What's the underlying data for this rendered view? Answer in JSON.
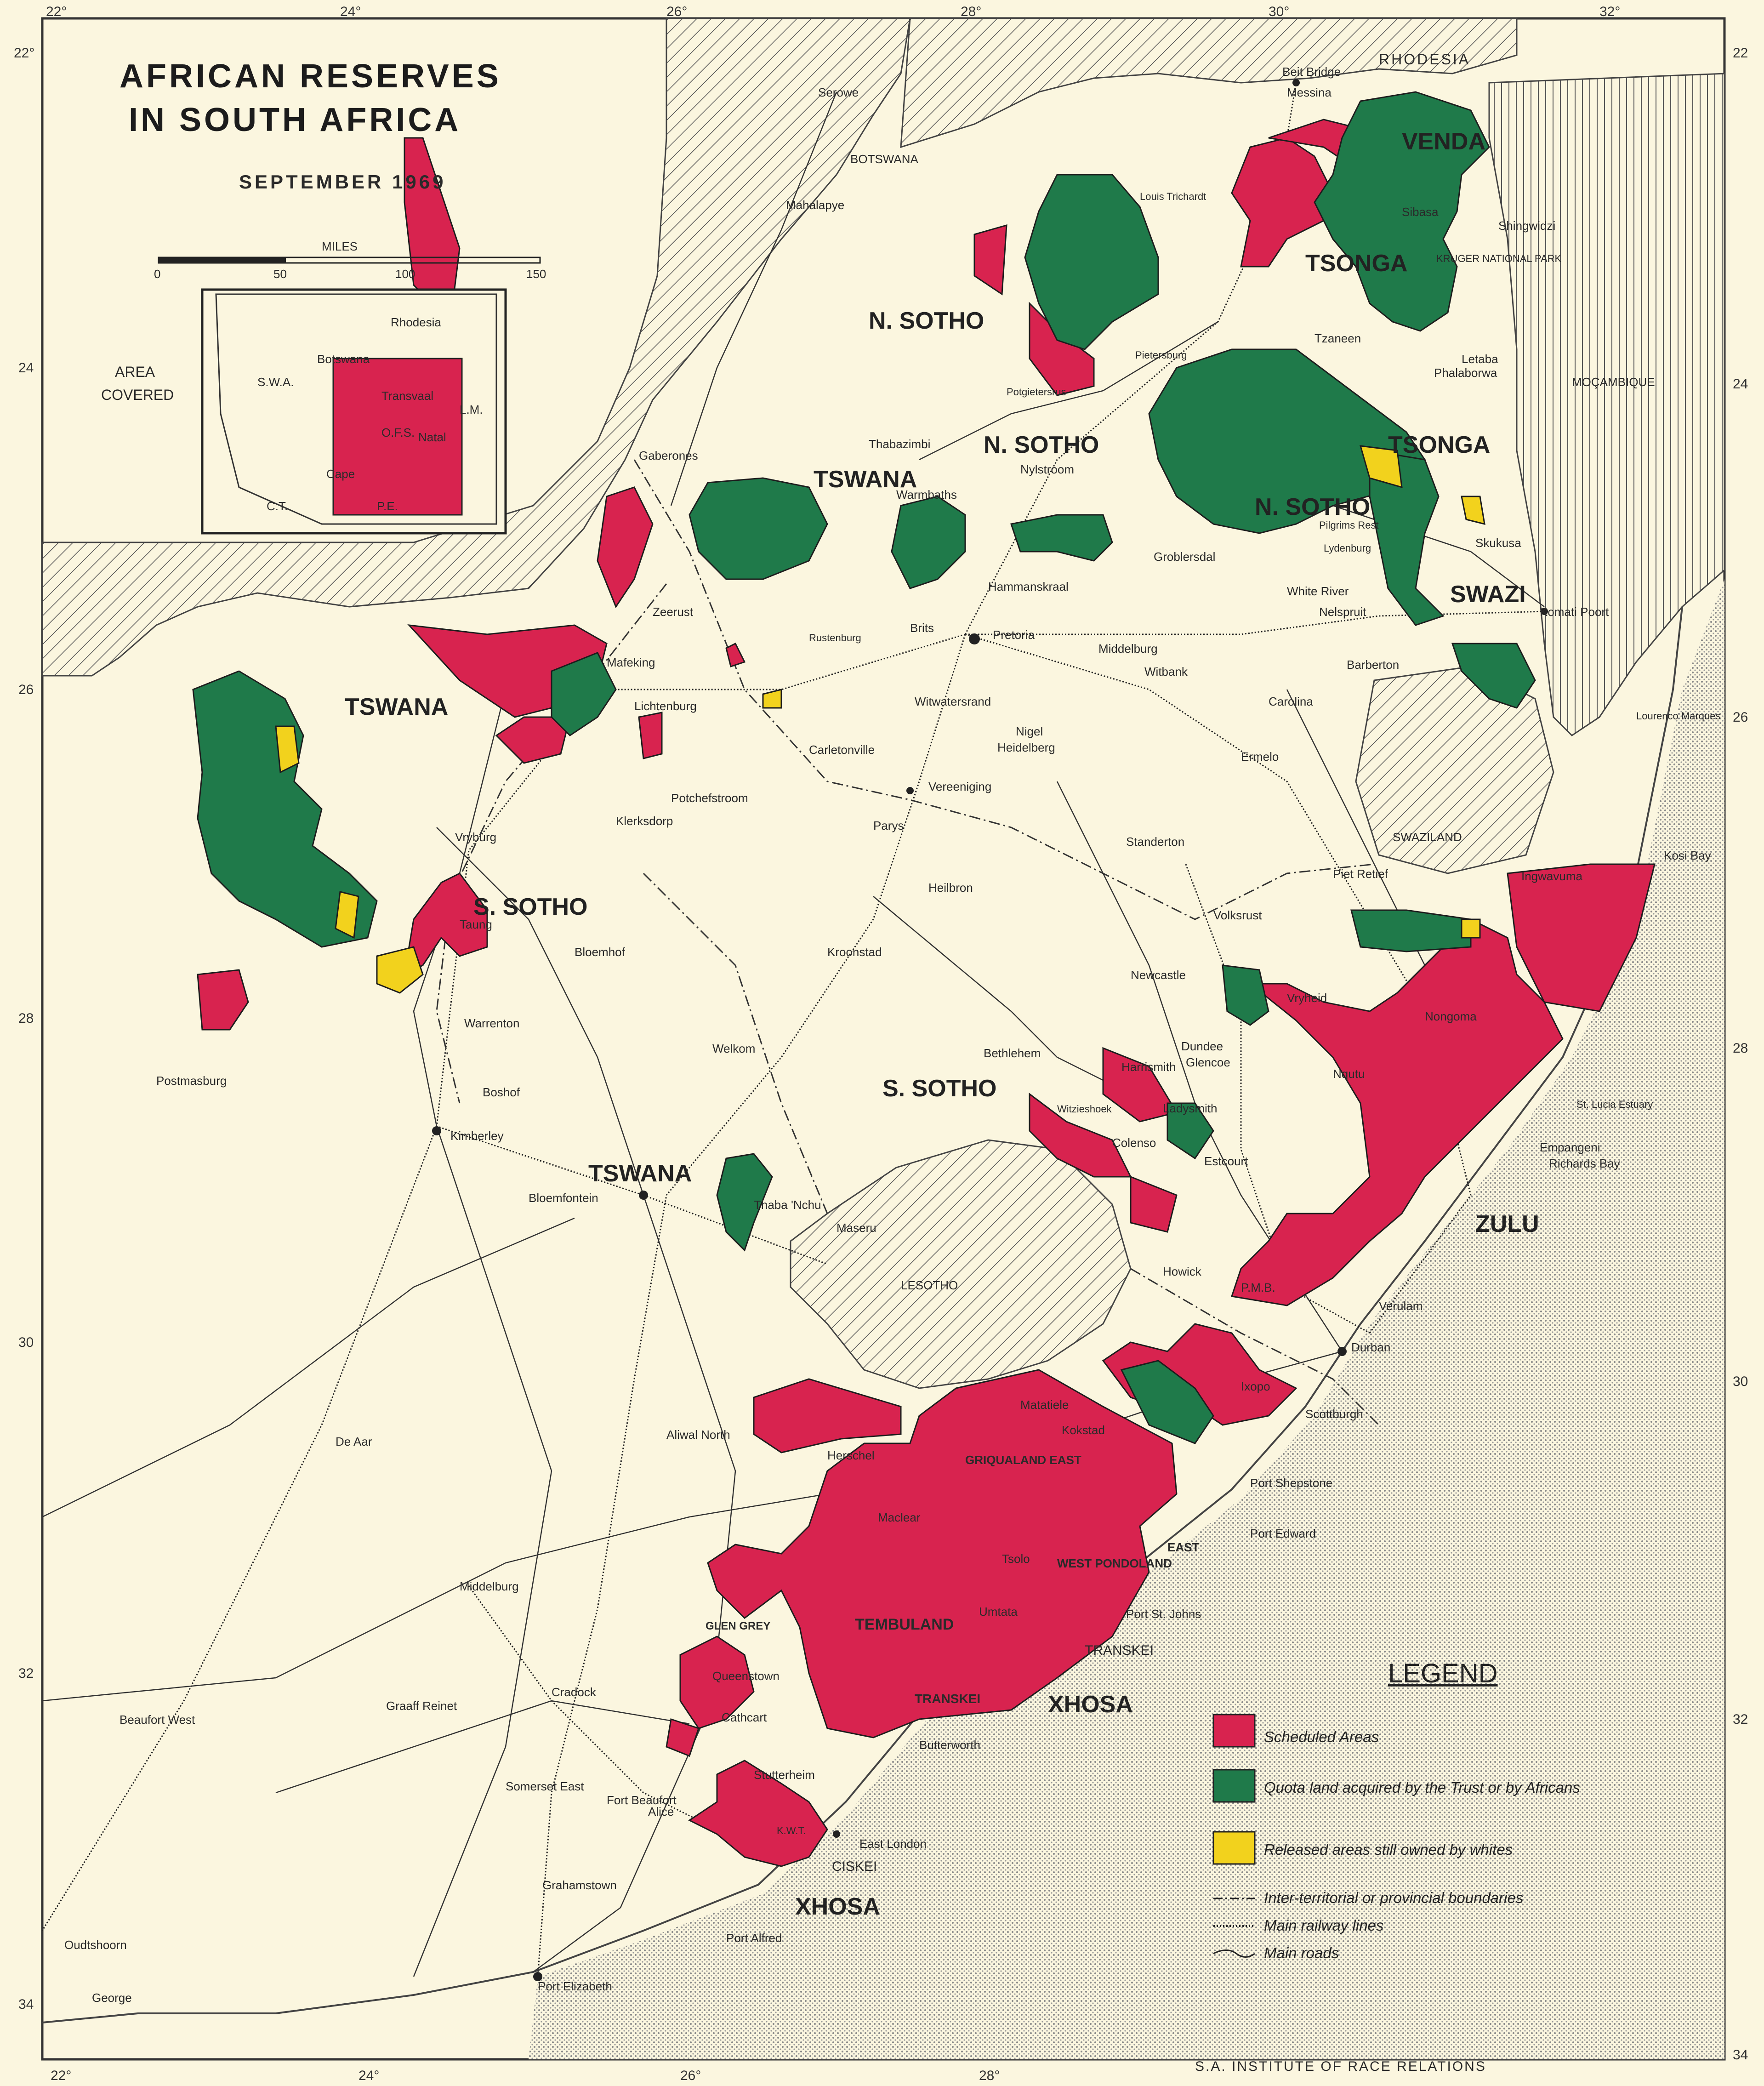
{
  "title": {
    "line1": "AFRICAN RESERVES",
    "line2": "IN SOUTH AFRICA",
    "date": "SEPTEMBER 1969"
  },
  "scale": {
    "label": "MILES",
    "ticks": [
      "0",
      "50",
      "100",
      "150"
    ]
  },
  "inset": {
    "heading1": "AREA",
    "heading2": "COVERED",
    "labels": [
      "Rhodesia",
      "S.W.A.",
      "Botswana",
      "Transvaal",
      "L.M.",
      "O.F.S.",
      "Natal",
      "Cape",
      "C.T.",
      "P.E."
    ]
  },
  "degrees": {
    "top": [
      "22°",
      "24°",
      "26°",
      "28°",
      "30°",
      "32°"
    ],
    "bottom": [
      "22°",
      "24°",
      "26°",
      "28°"
    ],
    "left": [
      "22°",
      "24",
      "26",
      "28",
      "30",
      "32",
      "34"
    ],
    "right": [
      "22",
      "24",
      "26",
      "28",
      "30",
      "32",
      "34"
    ]
  },
  "regions": [
    "RHODESIA",
    "BOTSWANA",
    "MOÇAMBIQUE",
    "SWAZILAND",
    "LESOTHO",
    "KRUGER NATIONAL PARK",
    "TRANSKEI",
    "CISKEI"
  ],
  "ethnic_labels": [
    "VENDA",
    "TSONGA",
    "N. SOTHO",
    "N. SOTHO",
    "TSONGA",
    "N. SOTHO",
    "TSWANA",
    "TSWANA",
    "SWAZI",
    "S. SOTHO",
    "S. SOTHO",
    "TSWANA",
    "ZULU",
    "XHOSA",
    "XHOSA"
  ],
  "sub_labels": [
    "GRIQUALAND EAST",
    "WEST PONDOLAND",
    "EAST",
    "TEMBULAND",
    "GLEN GREY",
    "TRANSKEI"
  ],
  "towns": [
    "Serowe",
    "Mahalapye",
    "Beit Bridge",
    "Messina",
    "Louis Trichardt",
    "Sibasa",
    "Shingwidzi",
    "Pietersburg",
    "Potgietersrus",
    "Tzaneen",
    "Letaba",
    "Phalaborwa",
    "Thabazimbi",
    "Nylstroom",
    "Warmbaths",
    "Gaberones",
    "Pilgrims Rest",
    "Lydenburg",
    "Groblersdal",
    "Hammanskraal",
    "Skukusa",
    "White River",
    "Nelspruit",
    "Komati Poort",
    "Zeerust",
    "Brits",
    "Pretoria",
    "Middelburg",
    "Witbank",
    "Rustenburg",
    "Mafeking",
    "Barberton",
    "Lichtenburg",
    "Witwatersrand",
    "Nigel",
    "Carolina",
    "Lourenco Marques",
    "Carletonville",
    "Heidelberg",
    "Ermelo",
    "Potchefstroom",
    "Vereeniging",
    "Klerksdorp",
    "Vryburg",
    "Parys",
    "Standerton",
    "Heilbron",
    "Piet Retief",
    "Kosi Bay",
    "Ingwavuma",
    "Volksrust",
    "Taung",
    "Bloemhof",
    "Kroonstad",
    "Newcastle",
    "Vryheid",
    "Nongoma",
    "Warrenton",
    "Welkom",
    "Dundee",
    "Glencoe",
    "Postmasburg",
    "Bethlehem",
    "Harrismith",
    "Nqutu",
    "Boshof",
    "Witzieshoek",
    "Ladysmith",
    "St. Lucia Estuary",
    "Kimberley",
    "Colenso",
    "Empangeni",
    "Richards Bay",
    "Estcourt",
    "Bloemfontein",
    "Thaba 'Nchu",
    "Maseru",
    "Howick",
    "P.M.B.",
    "Verulam",
    "Durban",
    "Ixopo",
    "Scottburgh",
    "De Aar",
    "Aliwal North",
    "Matatiele",
    "Kokstad",
    "Herschel",
    "Port Shepstone",
    "Maclear",
    "Port Edward",
    "Tsolo",
    "Middelburg",
    "Umtata",
    "Port St. Johns",
    "Queenstown",
    "Cradock",
    "Graaff Reinet",
    "Beaufort West",
    "Cathcart",
    "Butterworth",
    "Stutterheim",
    "Somerset East",
    "Fort Beaufort",
    "Alice",
    "K.W.T.",
    "East London",
    "Grahamstown",
    "Port Alfred",
    "Oudtshoorn",
    "George",
    "Port Elizabeth"
  ],
  "legend": {
    "title": "LEGEND",
    "items": [
      {
        "label": "Scheduled Areas",
        "color": "#d8234f"
      },
      {
        "label": "Quota land acquired by the Trust or by Africans",
        "color": "#1f7a4a"
      },
      {
        "label": "Released areas still owned by whites",
        "color": "#f2d21d"
      }
    ],
    "lines": [
      "Inter-territorial or provincial boundaries",
      "Main railway lines",
      "Main roads"
    ]
  },
  "credit": "S.A. INSTITUTE OF RACE RELATIONS"
}
